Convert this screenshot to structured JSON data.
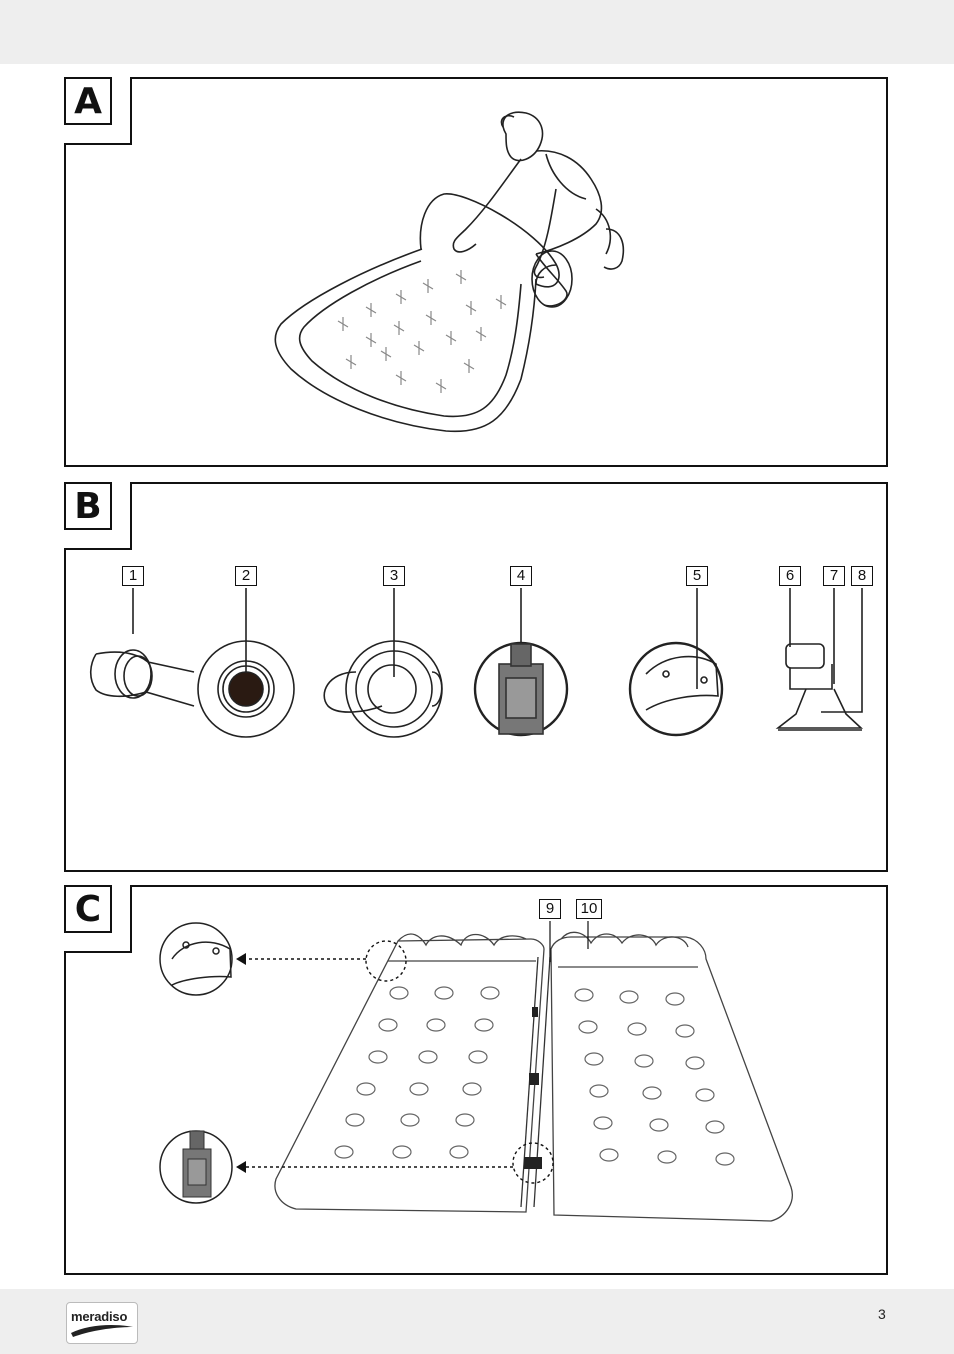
{
  "panels": {
    "a": {
      "letter": "A"
    },
    "b": {
      "letter": "B"
    },
    "c": {
      "letter": "C"
    }
  },
  "callouts_b": [
    "1",
    "2",
    "3",
    "4",
    "5",
    "6",
    "7",
    "8"
  ],
  "callouts_c": [
    "9",
    "10"
  ],
  "footer": {
    "brand": "meradiso",
    "page_number": "3"
  }
}
